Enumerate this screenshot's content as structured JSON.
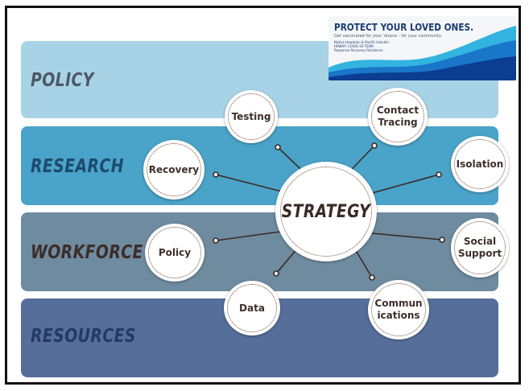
{
  "bands": [
    {
      "label": "POLICY",
      "fill": "#a8d3e6",
      "text_color": "#4d5866"
    },
    {
      "label": "RESEARCH",
      "fill": "#4aa3c8",
      "text_color": "#1d4a6e"
    },
    {
      "label": "WORKFORCE",
      "fill": "#6e8ba0",
      "text_color": "#3c2d28"
    },
    {
      "label": "RESOURCES",
      "fill": "#566f9a",
      "text_color": "#243a63"
    }
  ],
  "banner": {
    "headline": "PROTECT YOUR LOVED ONES.",
    "tagline": "Get vaccinated for your 'ohana – for your community.",
    "org_line1": "Native Hawaiian & Pacific Islander",
    "org_line2": "HAWAI'I COVID-19 TEAM",
    "org_line3": "Response Recovery Resilience",
    "wave_colors": [
      "#0b3d91",
      "#1976c9",
      "#33b3e0"
    ]
  },
  "center": {
    "label": "STRATEGY"
  },
  "nodes": [
    {
      "label": "Testing"
    },
    {
      "label": "Contact\nTracing"
    },
    {
      "label": "Recovery"
    },
    {
      "label": "Isolation"
    },
    {
      "label": "Policy"
    },
    {
      "label": "Social\nSupport"
    },
    {
      "label": "Data"
    },
    {
      "label": "Commun\nications"
    }
  ],
  "colors": {
    "connector": "#3a2a25",
    "node_text": "#3d302b"
  }
}
